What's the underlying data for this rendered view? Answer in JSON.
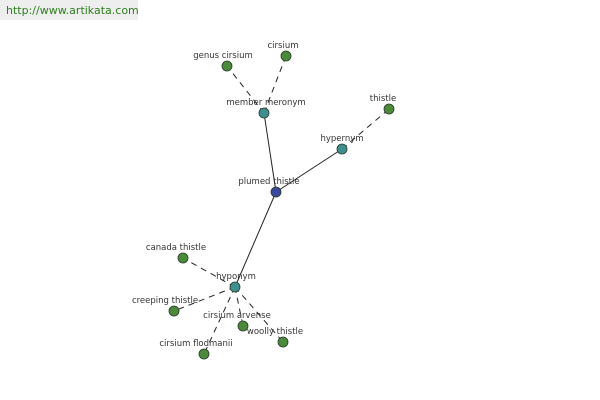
{
  "site": {
    "url": "http://www.artikata.com"
  },
  "colors": {
    "root": "#3a4a9a",
    "relation": "#3f8f8f",
    "leaf": "#4a8a3a",
    "edge": "#222222",
    "outline": "#2b3a2b"
  },
  "graph": {
    "nodes": [
      {
        "id": "plumed-thistle",
        "label": "plumed thistle",
        "kind": "root"
      },
      {
        "id": "member-meronym",
        "label": "member meronym",
        "kind": "relation"
      },
      {
        "id": "hypernym",
        "label": "hypernym",
        "kind": "relation"
      },
      {
        "id": "hyponym",
        "label": "hyponym",
        "kind": "relation"
      },
      {
        "id": "genus-cirsium",
        "label": "genus cirsium",
        "kind": "leaf"
      },
      {
        "id": "cirsium",
        "label": "cirsium",
        "kind": "leaf"
      },
      {
        "id": "thistle",
        "label": "thistle",
        "kind": "leaf"
      },
      {
        "id": "canada-thistle",
        "label": "canada thistle",
        "kind": "leaf"
      },
      {
        "id": "creeping-thistle",
        "label": "creeping thistle",
        "kind": "leaf"
      },
      {
        "id": "cirsium-arvense",
        "label": "cirsium arvense",
        "kind": "leaf"
      },
      {
        "id": "woolly-thistle",
        "label": "woolly thistle",
        "kind": "leaf"
      },
      {
        "id": "cirsium-flodmanii",
        "label": "cirsium flodmanii",
        "kind": "leaf"
      }
    ],
    "edges": [
      {
        "from": "plumed-thistle",
        "to": "member-meronym",
        "style": "solid"
      },
      {
        "from": "plumed-thistle",
        "to": "hypernym",
        "style": "solid"
      },
      {
        "from": "plumed-thistle",
        "to": "hyponym",
        "style": "solid"
      },
      {
        "from": "member-meronym",
        "to": "genus-cirsium",
        "style": "dashed"
      },
      {
        "from": "member-meronym",
        "to": "cirsium",
        "style": "dashed"
      },
      {
        "from": "hypernym",
        "to": "thistle",
        "style": "dashed"
      },
      {
        "from": "hyponym",
        "to": "canada-thistle",
        "style": "dashed"
      },
      {
        "from": "hyponym",
        "to": "creeping-thistle",
        "style": "dashed"
      },
      {
        "from": "hyponym",
        "to": "cirsium-arvense",
        "style": "dashed"
      },
      {
        "from": "hyponym",
        "to": "woolly-thistle",
        "style": "dashed"
      },
      {
        "from": "hyponym",
        "to": "cirsium-flodmanii",
        "style": "dashed"
      }
    ]
  }
}
